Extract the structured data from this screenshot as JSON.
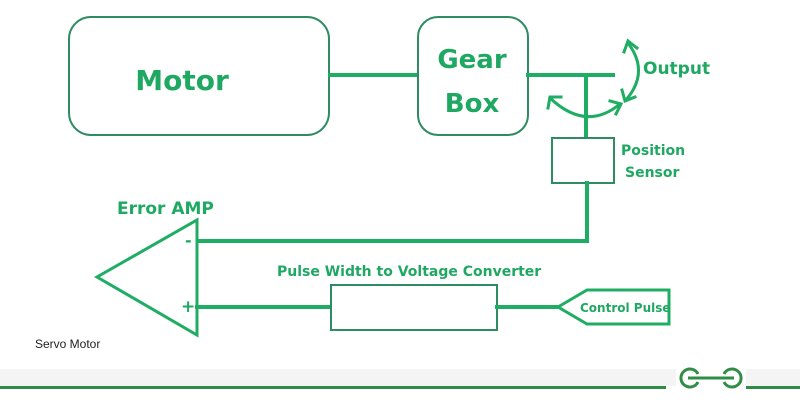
{
  "diagram": {
    "title": "Servo Motor",
    "blocks": {
      "motor": "Motor",
      "gearbox_line1": "Gear",
      "gearbox_line2": "Box",
      "output": "Output",
      "position_sensor_line1": "Position",
      "position_sensor_line2": "Sensor",
      "error_amp": "Error AMP",
      "minus": "-",
      "plus": "+",
      "converter": "Pulse Width to Voltage Converter",
      "control_pulse": "Control Pulse"
    }
  },
  "colors": {
    "accent": "#1fad63",
    "outline": "#2e8b62",
    "brand": "#2f8d46"
  },
  "footer": {
    "caption": "Servo Motor",
    "logo": "geeksforgeeks-logo"
  }
}
